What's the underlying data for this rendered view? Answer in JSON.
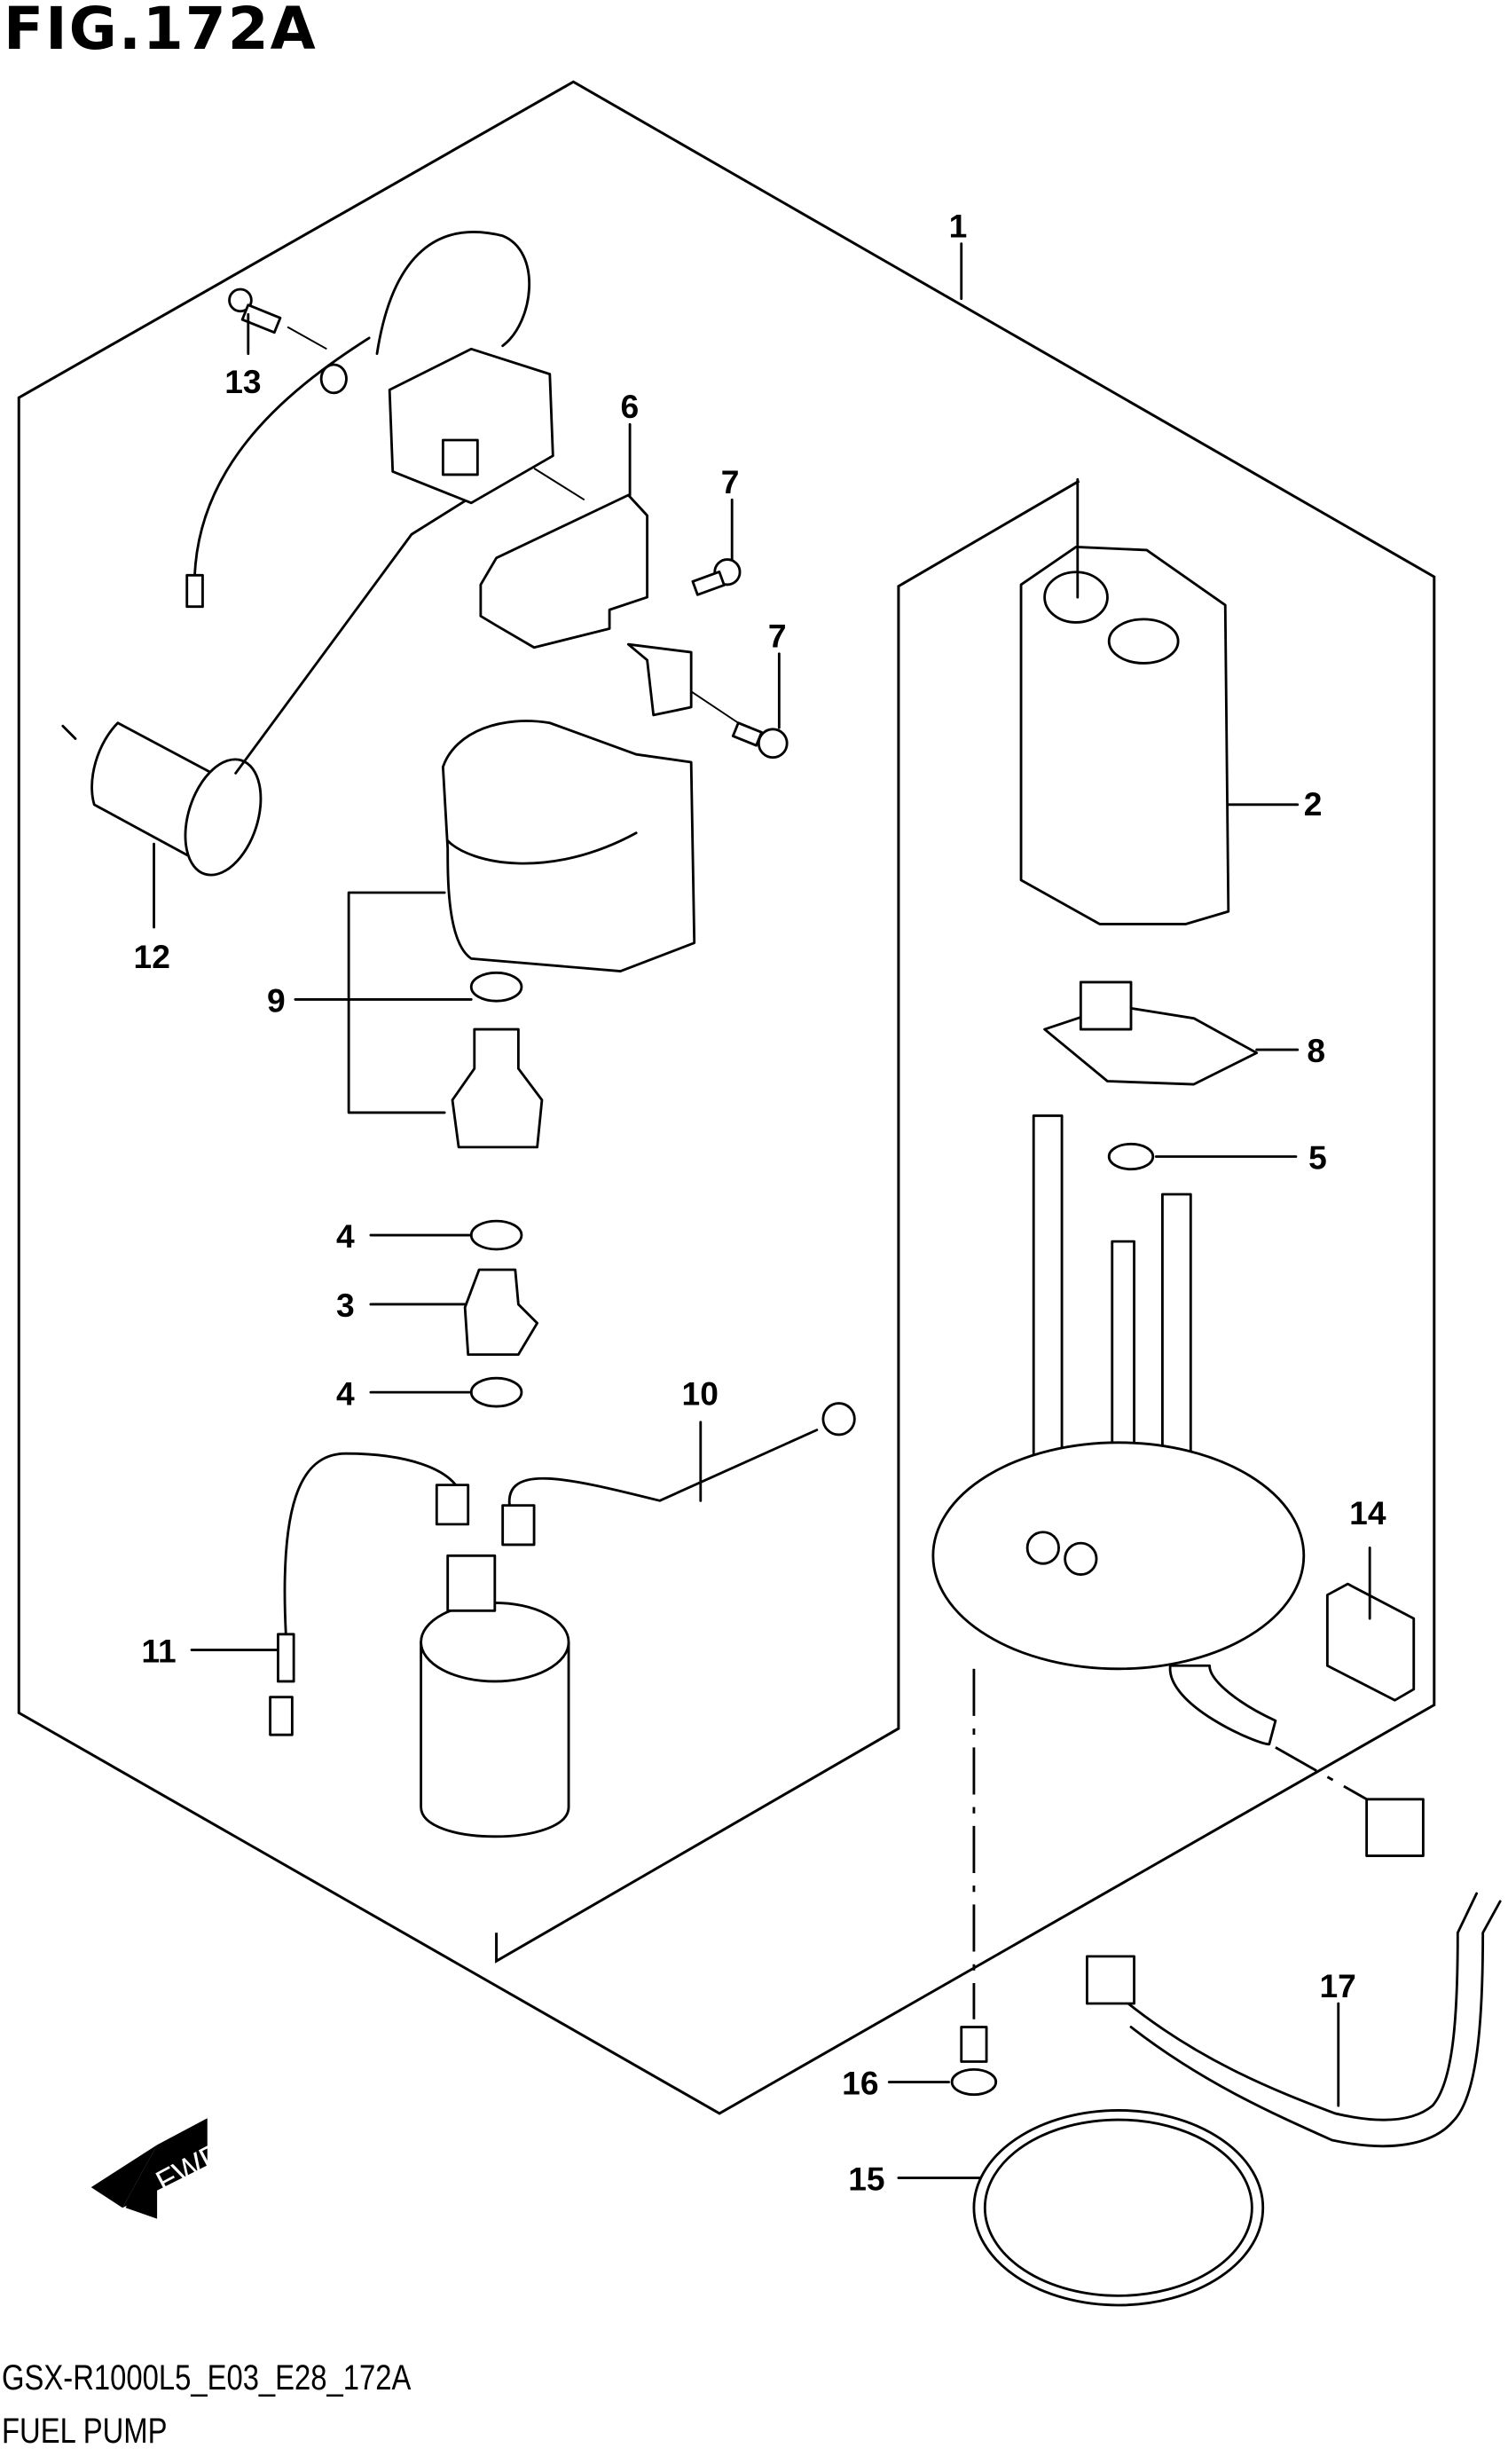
{
  "header": {
    "figure_title": "FIG.172A"
  },
  "footer": {
    "model_code": "GSX-R1000L5_E03_E28_172A",
    "assembly_name": "FUEL PUMP"
  },
  "direction_indicator": {
    "label": "FWD",
    "icon": "arrow-left-down-icon"
  },
  "callouts": [
    {
      "ref": "1"
    },
    {
      "ref": "2"
    },
    {
      "ref": "3"
    },
    {
      "ref": "4"
    },
    {
      "ref": "4"
    },
    {
      "ref": "5"
    },
    {
      "ref": "6"
    },
    {
      "ref": "7"
    },
    {
      "ref": "7"
    },
    {
      "ref": "8"
    },
    {
      "ref": "9"
    },
    {
      "ref": "10"
    },
    {
      "ref": "11"
    },
    {
      "ref": "12"
    },
    {
      "ref": "13"
    },
    {
      "ref": "14"
    },
    {
      "ref": "15"
    },
    {
      "ref": "16"
    },
    {
      "ref": "17"
    }
  ]
}
